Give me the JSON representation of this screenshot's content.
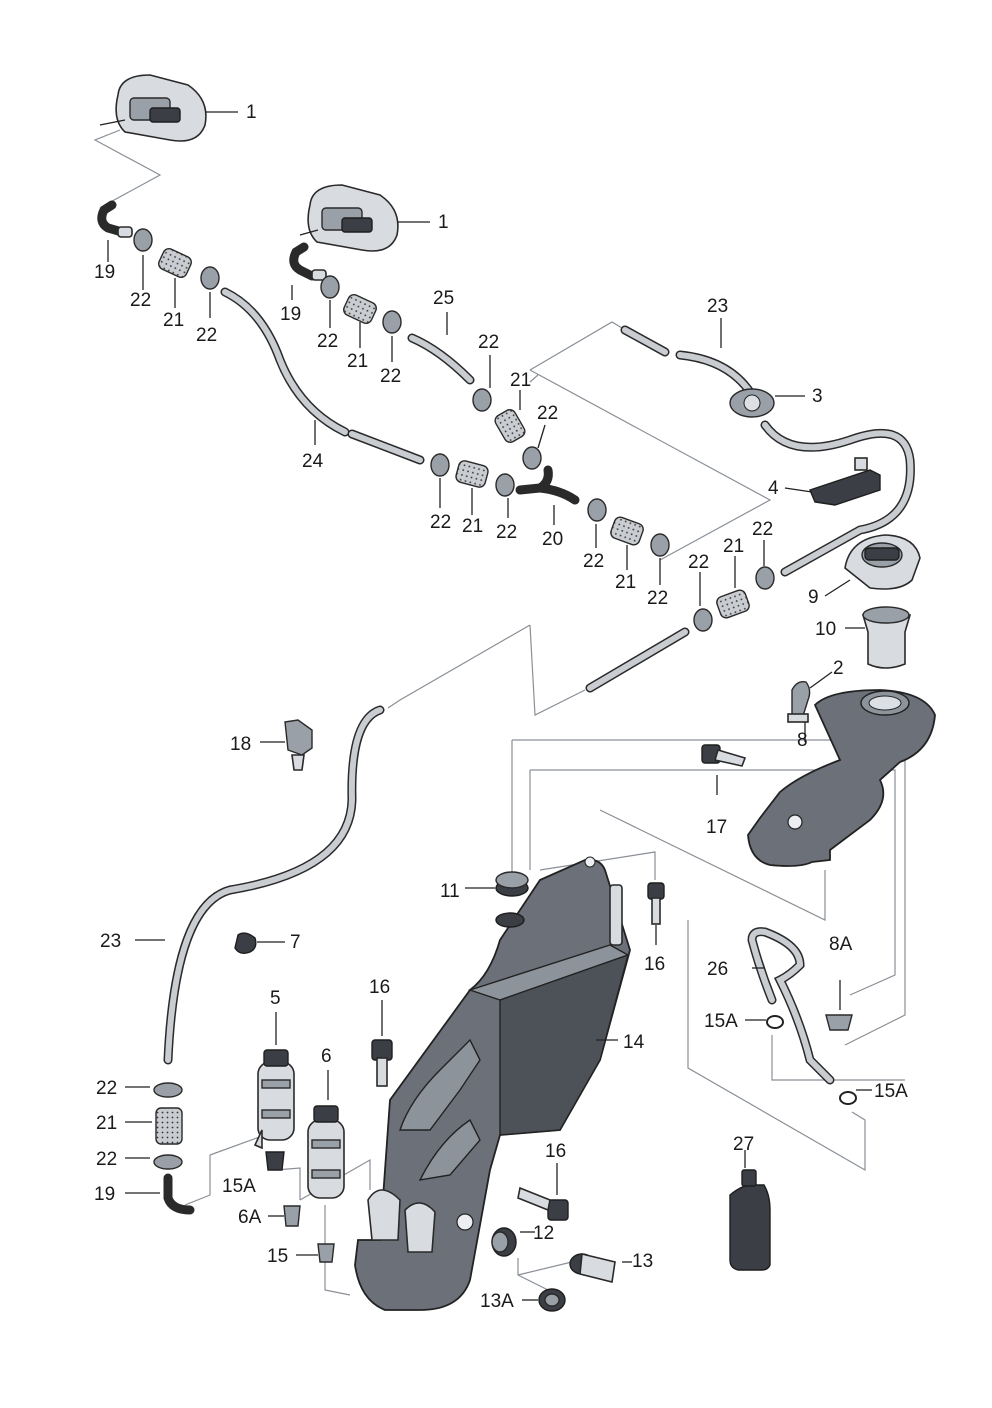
{
  "labels": {
    "n1": "1",
    "n2": "2",
    "n3": "3",
    "n4": "4",
    "n5": "5",
    "n6": "6",
    "n6A": "6A",
    "n7": "7",
    "n8": "8",
    "n8A": "8A",
    "n9": "9",
    "n10": "10",
    "n11": "11",
    "n12": "12",
    "n13": "13",
    "n13A": "13A",
    "n14": "14",
    "n15": "15",
    "n15A": "15A",
    "n16": "16",
    "n17": "17",
    "n18": "18",
    "n19": "19",
    "n20": "20",
    "n21": "21",
    "n22": "22",
    "n23": "23",
    "n24": "24",
    "n25": "25",
    "n26": "26",
    "n27": "27"
  },
  "colors": {
    "line": "#222222",
    "leader_dash": "#8a8f96",
    "part_fill": "#d8dbe0",
    "tank_fill": "#6c7179"
  },
  "icons": {
    "fluid_bottle": "bottle-icon",
    "nozzle": "spray-nozzle-icon"
  }
}
